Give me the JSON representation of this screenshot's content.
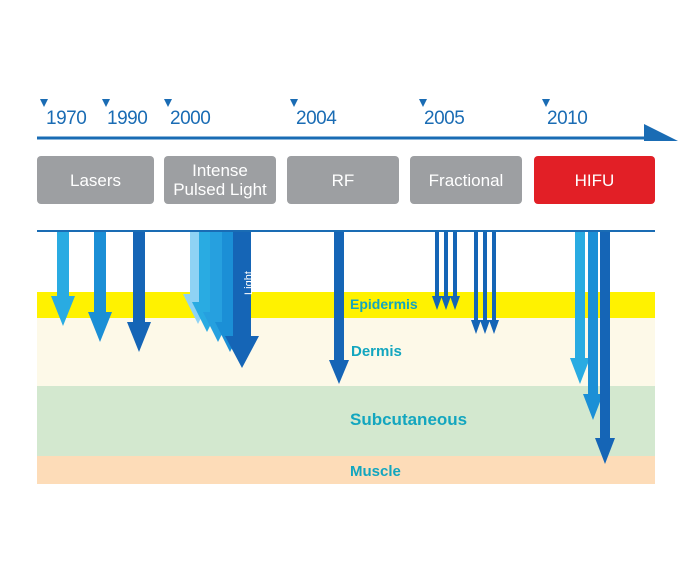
{
  "timeline": {
    "years": [
      "1970",
      "1990",
      "2000",
      "2004",
      "2005",
      "2010"
    ],
    "color": "#1a6cb4"
  },
  "technologies": [
    {
      "name": "Lasers"
    },
    {
      "name": "Intense\nPulsed Light"
    },
    {
      "name": "RF"
    },
    {
      "name": "Fractional"
    },
    {
      "name": "HIFU"
    }
  ],
  "layers": [
    {
      "name": "Epidermis",
      "color": "#fff200"
    },
    {
      "name": "Dermis",
      "color": "#fdf9e8"
    },
    {
      "name": "Subcutaneous",
      "color": "#d3e8cf"
    },
    {
      "name": "Muscle",
      "color": "#fddcb8"
    }
  ],
  "ipl_arrow_label": "Light",
  "colors": {
    "box_gray": "#9d9fa2",
    "box_red": "#e21f26",
    "arrow_light": "#29abe2",
    "arrow_mid": "#1b8fd6",
    "arrow_dark": "#1565b6",
    "label_teal": "#13a6bf"
  }
}
